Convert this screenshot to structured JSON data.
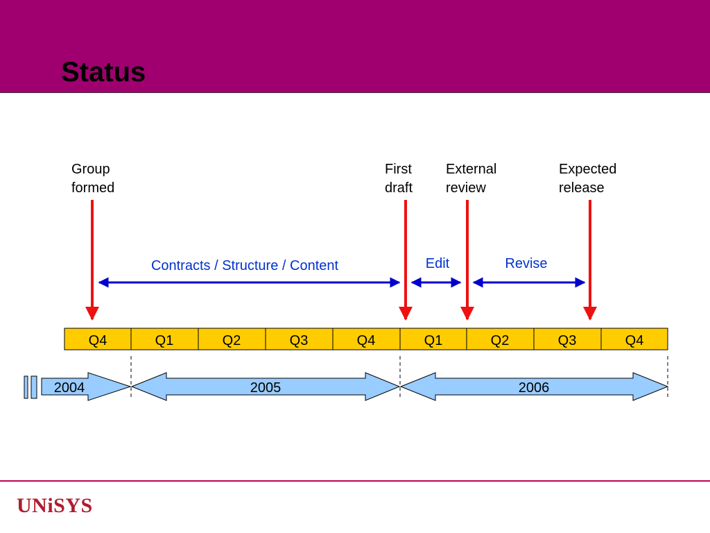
{
  "slide": {
    "title": "Status"
  },
  "milestones": [
    {
      "lines": [
        "Group",
        "formed"
      ]
    },
    {
      "lines": [
        "First",
        "draft"
      ]
    },
    {
      "lines": [
        "External",
        "review"
      ]
    },
    {
      "lines": [
        "Expected",
        "release"
      ]
    }
  ],
  "phases": [
    {
      "label": "Contracts / Structure / Content"
    },
    {
      "label": "Edit"
    },
    {
      "label": "Revise"
    }
  ],
  "quarters": [
    "Q4",
    "Q1",
    "Q2",
    "Q3",
    "Q4",
    "Q1",
    "Q2",
    "Q3",
    "Q4"
  ],
  "years": [
    "2004",
    "2005",
    "2006"
  ],
  "footer": {
    "logo_text": "UNiSYS"
  },
  "colors": {
    "header": "#a0006f",
    "milestone_arrow": "#ee1111",
    "phase_arrow": "#0000cc",
    "phase_text": "#0033cc",
    "quarter_fill": "#ffcc00",
    "year_fill": "#99ccff",
    "logo": "#b01c2e"
  }
}
